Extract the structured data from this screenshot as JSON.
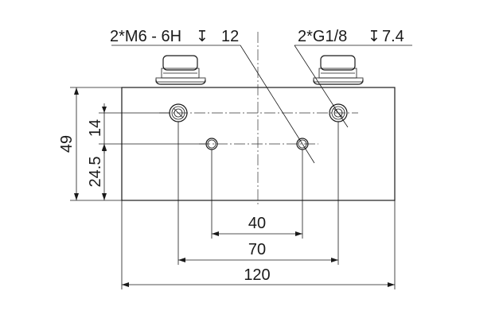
{
  "callouts": {
    "thread": {
      "spec": "2*M6 - 6H",
      "depth_symbol": "↧",
      "depth": "12"
    },
    "port": {
      "spec": "2*G1/8",
      "depth_symbol": "↧",
      "depth": "7.4"
    }
  },
  "dimensions": {
    "height_total": "49",
    "port_offset": "14",
    "hole_height": "24.5",
    "hole_spacing": "40",
    "port_spacing": "70",
    "width": "120"
  }
}
